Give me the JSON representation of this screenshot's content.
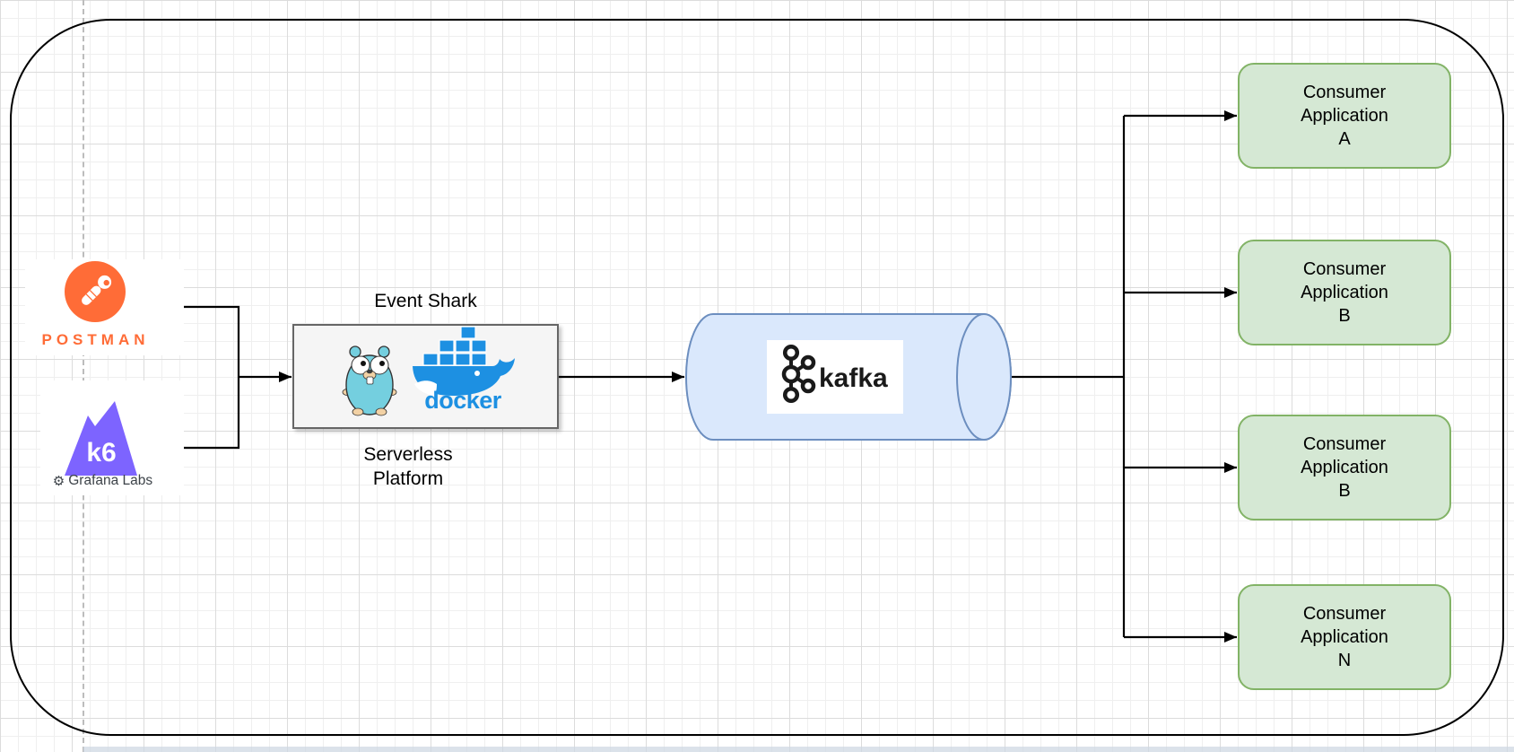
{
  "diagram": {
    "producers": {
      "postman": {
        "wordmark": "POSTMAN",
        "brand_color": "#ff6c37"
      },
      "k6": {
        "wordmark": "k6",
        "brand_color": "#7d64ff"
      },
      "grafana": {
        "label": "Grafana Labs",
        "text_color": "#3d4349"
      }
    },
    "event_shark": {
      "title": "Event Shark",
      "caption_line1": "Serverless",
      "caption_line2": "Platform",
      "docker_wordmark": "docker",
      "docker_color": "#1d90e2",
      "fill": "#f5f5f5",
      "stroke": "#666666"
    },
    "kafka": {
      "wordmark": "kafka",
      "fill": "#dae8fc",
      "stroke": "#6c8ebf"
    },
    "consumers": [
      {
        "line1": "Consumer",
        "line2": "Application",
        "line3": "A"
      },
      {
        "line1": "Consumer",
        "line2": "Application",
        "line3": "B"
      },
      {
        "line1": "Consumer",
        "line2": "Application",
        "line3": "B"
      },
      {
        "line1": "Consumer",
        "line2": "Application",
        "line3": "N"
      }
    ],
    "consumer_style": {
      "fill": "#d5e8d4",
      "stroke": "#82b366"
    }
  }
}
